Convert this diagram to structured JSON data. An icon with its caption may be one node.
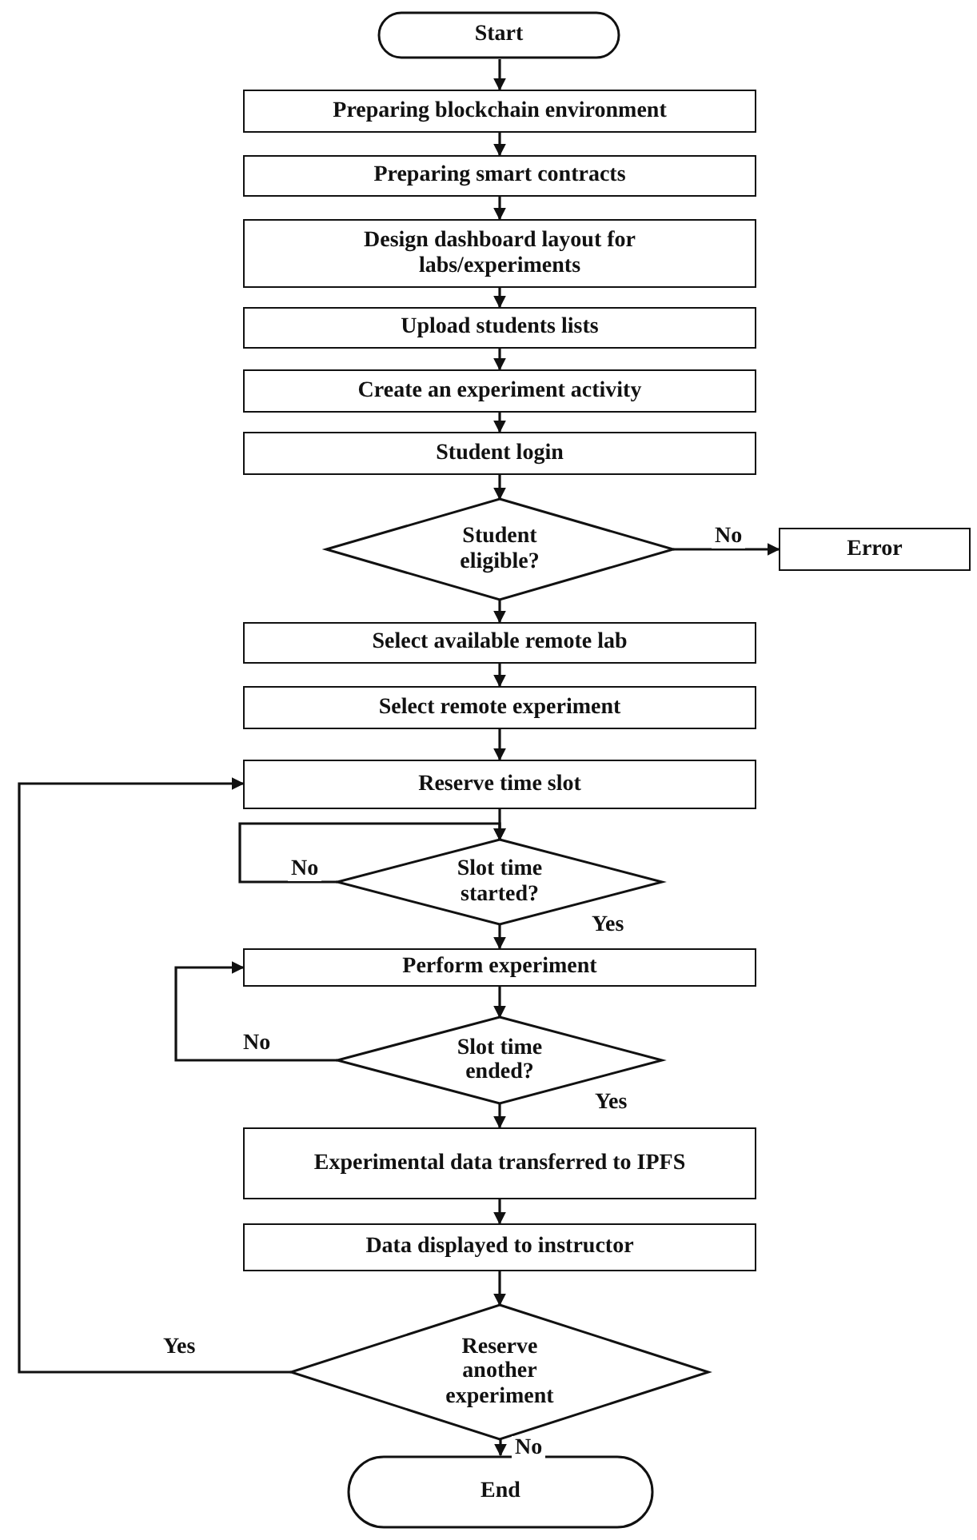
{
  "diagram": {
    "nodes": [
      {
        "text": [
          "Start"
        ]
      },
      {
        "text": [
          "Preparing blockchain environment"
        ]
      },
      {
        "text": [
          "Preparing smart contracts"
        ]
      },
      {
        "text": [
          "Design dashboard layout for labs/experiments"
        ]
      },
      {
        "text": [
          "Upload students lists"
        ]
      },
      {
        "text": [
          "Create an experiment activity"
        ]
      },
      {
        "text": [
          "Student login"
        ]
      },
      {
        "text": [
          "Student eligible?"
        ]
      },
      {
        "text": [
          "Error"
        ]
      },
      {
        "text": [
          "Select  available remote lab"
        ]
      },
      {
        "text": [
          "Select remote experiment"
        ]
      },
      {
        "text": [
          "Reserve time slot"
        ]
      },
      {
        "text": [
          "Slot time started?"
        ]
      },
      {
        "text": [
          "Perform experiment"
        ]
      },
      {
        "text": [
          "Slot time ended?"
        ]
      },
      {
        "text": [
          "Experimental data transferred to IPFS"
        ]
      },
      {
        "text": [
          "Data displayed to instructor"
        ]
      },
      {
        "text": [
          "Reserve another experiment"
        ]
      },
      {
        "text": [
          "End"
        ]
      }
    ],
    "edges": [
      {
        "from": 0,
        "to": 1,
        "arrow": "to"
      },
      {
        "from": 1,
        "to": 2,
        "arrow": "to"
      },
      {
        "from": 2,
        "to": 3,
        "arrow": "to"
      },
      {
        "from": 3,
        "to": 4,
        "arrow": "to"
      },
      {
        "from": 4,
        "to": 5,
        "arrow": "to"
      },
      {
        "from": 5,
        "to": 6,
        "arrow": "to"
      },
      {
        "from": 6,
        "to": 7,
        "arrow": "to"
      },
      {
        "from": 7,
        "to": 8,
        "arrow": "to",
        "label": "No"
      },
      {
        "from": 7,
        "to": 9,
        "arrow": "to"
      },
      {
        "from": 9,
        "to": 10,
        "arrow": "to"
      },
      {
        "from": 10,
        "to": 11,
        "arrow": "to"
      },
      {
        "from": 11,
        "to": 12,
        "arrow": "to"
      },
      {
        "from": 12,
        "to": 12,
        "arrow": "to",
        "label": "No"
      },
      {
        "from": 12,
        "to": 13,
        "arrow": "to",
        "label": "Yes"
      },
      {
        "from": 13,
        "to": 14,
        "arrow": "to"
      },
      {
        "from": 14,
        "to": 13,
        "arrow": "to",
        "label": "No"
      },
      {
        "from": 14,
        "to": 15,
        "arrow": "to",
        "label": "Yes"
      },
      {
        "from": 15,
        "to": 16,
        "arrow": "to"
      },
      {
        "from": 16,
        "to": 17,
        "arrow": "to"
      },
      {
        "from": 17,
        "to": 11,
        "arrow": "to",
        "label": "Yes"
      },
      {
        "from": 17,
        "to": 18,
        "arrow": "to",
        "label": "No"
      }
    ]
  }
}
